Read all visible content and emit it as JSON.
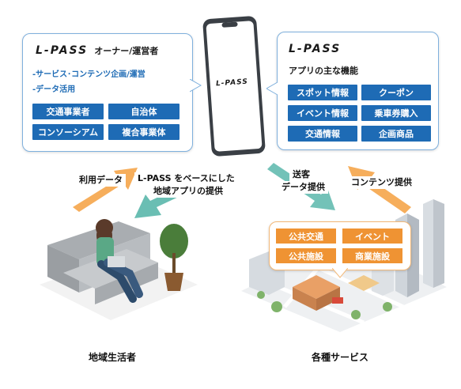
{
  "owner_box": {
    "brand": "L-PASS",
    "title": "オーナー/運営者",
    "line1": "-サービス･コンテンツ企画/運営",
    "line2": "-データ活用",
    "chips": [
      "交通事業者",
      "自治体",
      "コンソーシアム",
      "複合事業体"
    ]
  },
  "phone": {
    "screen_text": "L-PASS"
  },
  "features_box": {
    "brand": "L-PASS",
    "subtitle": "アプリの主な機能",
    "chips": [
      "スポット情報",
      "クーポン",
      "イベント情報",
      "乗車券購入",
      "交通情報",
      "企画商品"
    ]
  },
  "flows": {
    "usage_data": "利用データ",
    "regional_app": [
      "L-PASS をベースにした",
      "地域アプリの提供"
    ],
    "customer_data": [
      "送客",
      "データ提供"
    ],
    "content": "コンテンツ提供"
  },
  "services_box": {
    "chips": [
      "公共交通",
      "イベント",
      "公共施設",
      "商業施設"
    ]
  },
  "captions": {
    "residents": "地域生活者",
    "services": "各種サービス"
  },
  "colors": {
    "blue": "#1e6bb5",
    "orange": "#ef9333",
    "green": "#5ab7ab"
  }
}
